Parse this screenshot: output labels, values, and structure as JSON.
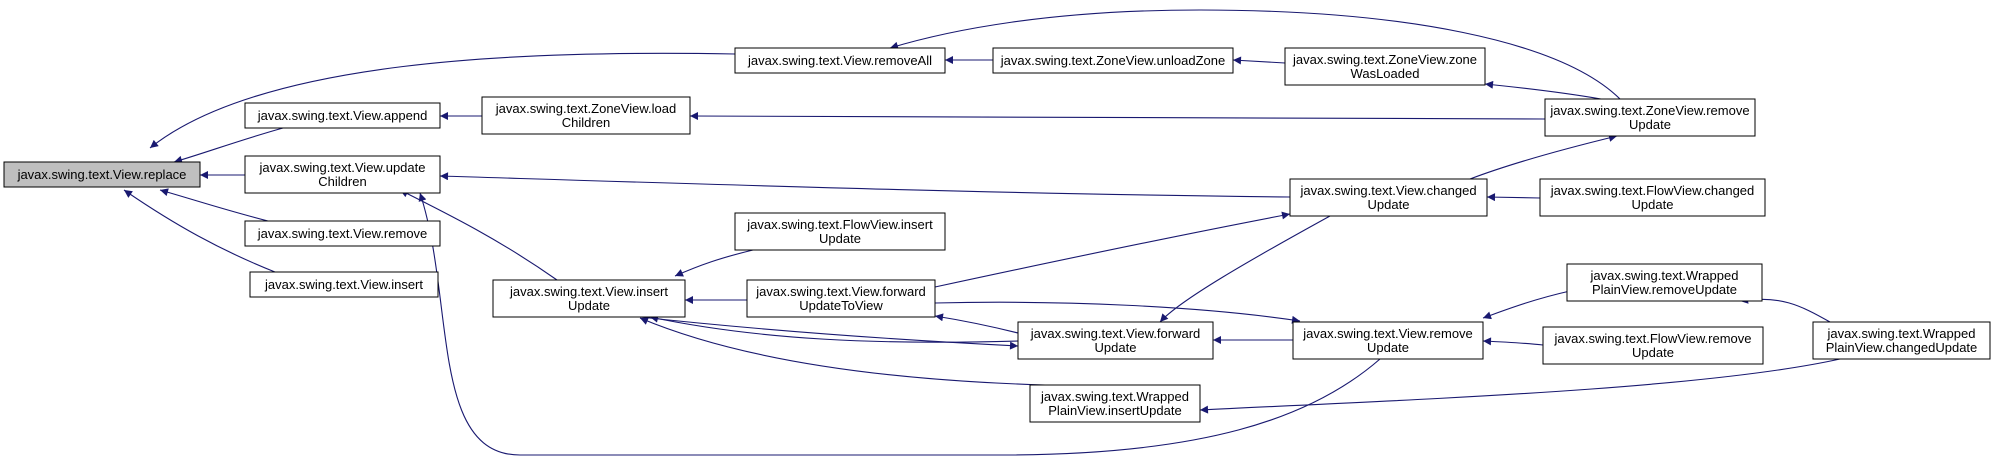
{
  "colors": {
    "edge": "#191970",
    "node_border": "#000000",
    "node_fill": "#ffffff",
    "root_fill": "#bfbfbf"
  },
  "nodes": [
    {
      "id": "replace",
      "lines": [
        "javax.swing.text.View.replace"
      ],
      "highlight": true
    },
    {
      "id": "removeAll",
      "lines": [
        "javax.swing.text.View.removeAll"
      ]
    },
    {
      "id": "unloadZone",
      "lines": [
        "javax.swing.text.ZoneView.unloadZone"
      ]
    },
    {
      "id": "zoneWasLoaded",
      "lines": [
        "javax.swing.text.ZoneView.zone",
        "WasLoaded"
      ]
    },
    {
      "id": "append",
      "lines": [
        "javax.swing.text.View.append"
      ]
    },
    {
      "id": "loadChildren",
      "lines": [
        "javax.swing.text.ZoneView.load",
        "Children"
      ]
    },
    {
      "id": "zoneRemoveUpdate",
      "lines": [
        "javax.swing.text.ZoneView.remove",
        "Update"
      ]
    },
    {
      "id": "updateChildren",
      "lines": [
        "javax.swing.text.View.update",
        "Children"
      ]
    },
    {
      "id": "changedUpdate",
      "lines": [
        "javax.swing.text.View.changed",
        "Update"
      ]
    },
    {
      "id": "flowChangedUpdate",
      "lines": [
        "javax.swing.text.FlowView.changed",
        "Update"
      ]
    },
    {
      "id": "viewRemove",
      "lines": [
        "javax.swing.text.View.remove"
      ]
    },
    {
      "id": "viewInsert",
      "lines": [
        "javax.swing.text.View.insert"
      ]
    },
    {
      "id": "flowInsertUpdate",
      "lines": [
        "javax.swing.text.FlowView.insert",
        "Update"
      ]
    },
    {
      "id": "insertUpdate",
      "lines": [
        "javax.swing.text.View.insert",
        "Update"
      ]
    },
    {
      "id": "forwardUpdateToView",
      "lines": [
        "javax.swing.text.View.forward",
        "UpdateToView"
      ]
    },
    {
      "id": "wrappedRemoveUpdate",
      "lines": [
        "javax.swing.text.Wrapped",
        "PlainView.removeUpdate"
      ]
    },
    {
      "id": "forwardUpdate",
      "lines": [
        "javax.swing.text.View.forward",
        "Update"
      ]
    },
    {
      "id": "removeUpdate",
      "lines": [
        "javax.swing.text.View.remove",
        "Update"
      ]
    },
    {
      "id": "flowRemoveUpdate",
      "lines": [
        "javax.swing.text.FlowView.remove",
        "Update"
      ]
    },
    {
      "id": "wrappedChangedUpdate",
      "lines": [
        "javax.swing.text.Wrapped",
        "PlainView.changedUpdate"
      ]
    },
    {
      "id": "wrappedInsertUpdate",
      "lines": [
        "javax.swing.text.Wrapped",
        "PlainView.insertUpdate"
      ]
    }
  ],
  "edges": [
    {
      "from": "removeAll",
      "to": "replace"
    },
    {
      "from": "append",
      "to": "replace"
    },
    {
      "from": "updateChildren",
      "to": "replace"
    },
    {
      "from": "viewRemove",
      "to": "replace"
    },
    {
      "from": "viewInsert",
      "to": "replace"
    },
    {
      "from": "unloadZone",
      "to": "removeAll"
    },
    {
      "from": "zoneRemoveUpdate",
      "to": "removeAll"
    },
    {
      "from": "zoneWasLoaded",
      "to": "unloadZone"
    },
    {
      "from": "zoneRemoveUpdate",
      "to": "zoneWasLoaded"
    },
    {
      "from": "loadChildren",
      "to": "append"
    },
    {
      "from": "zoneRemoveUpdate",
      "to": "loadChildren"
    },
    {
      "from": "changedUpdate",
      "to": "updateChildren"
    },
    {
      "from": "insertUpdate",
      "to": "updateChildren"
    },
    {
      "from": "removeUpdate",
      "to": "updateChildren"
    },
    {
      "from": "changedUpdate",
      "to": "zoneRemoveUpdate"
    },
    {
      "from": "flowChangedUpdate",
      "to": "changedUpdate"
    },
    {
      "from": "forwardUpdateToView",
      "to": "changedUpdate"
    },
    {
      "from": "flowInsertUpdate",
      "to": "insertUpdate"
    },
    {
      "from": "forwardUpdateToView",
      "to": "insertUpdate"
    },
    {
      "from": "forwardUpdate",
      "to": "insertUpdate"
    },
    {
      "from": "wrappedInsertUpdate",
      "to": "insertUpdate"
    },
    {
      "from": "forwardUpdate",
      "to": "forwardUpdateToView"
    },
    {
      "from": "forwardUpdateToView",
      "to": "removeUpdate"
    },
    {
      "from": "changedUpdate",
      "to": "forwardUpdate"
    },
    {
      "from": "insertUpdate",
      "to": "forwardUpdate"
    },
    {
      "from": "removeUpdate",
      "to": "forwardUpdate"
    },
    {
      "from": "wrappedRemoveUpdate",
      "to": "removeUpdate"
    },
    {
      "from": "flowRemoveUpdate",
      "to": "removeUpdate"
    },
    {
      "from": "wrappedChangedUpdate",
      "to": "wrappedRemoveUpdate"
    },
    {
      "from": "wrappedChangedUpdate",
      "to": "wrappedInsertUpdate"
    }
  ]
}
